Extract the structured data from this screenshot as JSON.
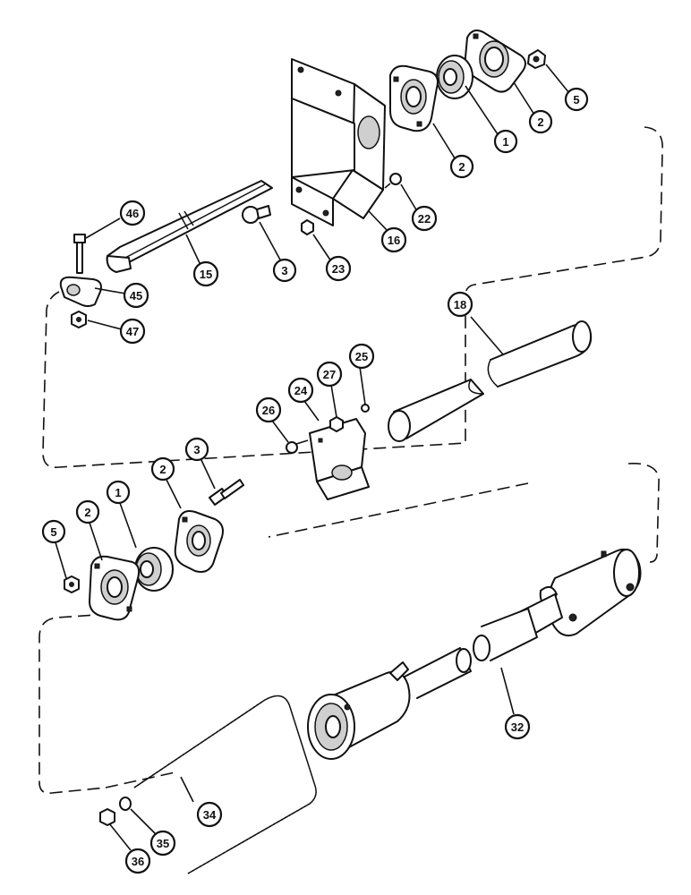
{
  "callouts": {
    "c1_top": "1",
    "c2_top_a": "2",
    "c2_top_b": "2",
    "c5_top": "5",
    "c22": "22",
    "c16": "16",
    "c23": "23",
    "c3_top": "3",
    "c15": "15",
    "c46": "46",
    "c45": "45",
    "c47": "47",
    "c18": "18",
    "c25": "25",
    "c27": "27",
    "c24": "24",
    "c26": "26",
    "c3_mid": "3",
    "c2_mid_a": "2",
    "c1_mid": "1",
    "c2_mid_b": "2",
    "c5_mid": "5",
    "c32": "32",
    "c34": "34",
    "c35": "35",
    "c36": "36"
  }
}
